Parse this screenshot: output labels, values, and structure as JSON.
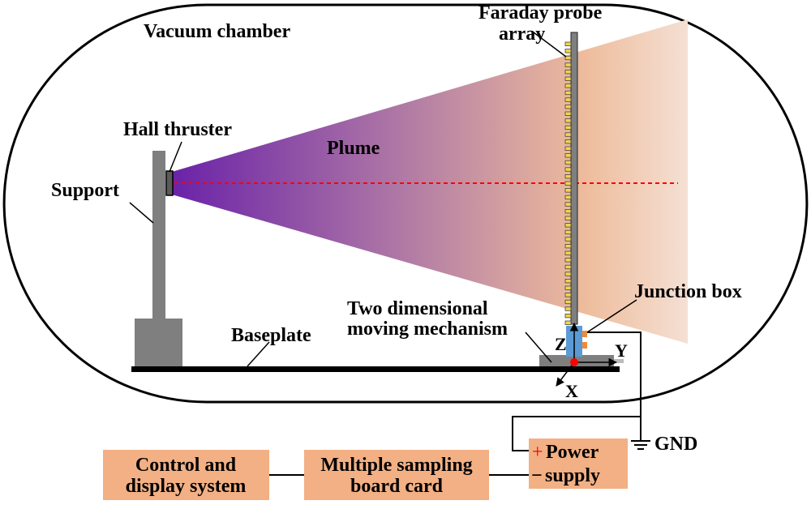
{
  "labels": {
    "vacuum_chamber": "Vacuum chamber",
    "faraday_line1": "Faraday probe",
    "faraday_line2": "array",
    "hall_thruster": "Hall thruster",
    "plume": "Plume",
    "support": "Support",
    "junction_box": "Junction box",
    "moving_line1": "Two dimensional",
    "moving_line2": "moving mechanism",
    "baseplate": "Baseplate",
    "axis_z": "Z",
    "axis_y": "Y",
    "axis_x": "X",
    "gnd": "GND"
  },
  "boxes": {
    "control": {
      "line1": "Control and",
      "line2": "display system"
    },
    "sampling": {
      "line1": "Multiple sampling",
      "line2": "board card"
    },
    "power": {
      "plus": "+",
      "line1": "Power",
      "minus": "−",
      "line2": "supply"
    }
  },
  "colors": {
    "plume_start": "#6a22a8",
    "plume_mid": "#c58aa0",
    "plume_end": "#f3dccf",
    "box_fill": "#f2b084",
    "support_gray": "#7f7f7f",
    "probe_yellow": "#f2d54a",
    "junction_orange": "#ef8a3a",
    "mechanism_blue": "#5b9bd5",
    "origin_red": "#ff0000",
    "axis_dashed_red": "#ff0000"
  }
}
